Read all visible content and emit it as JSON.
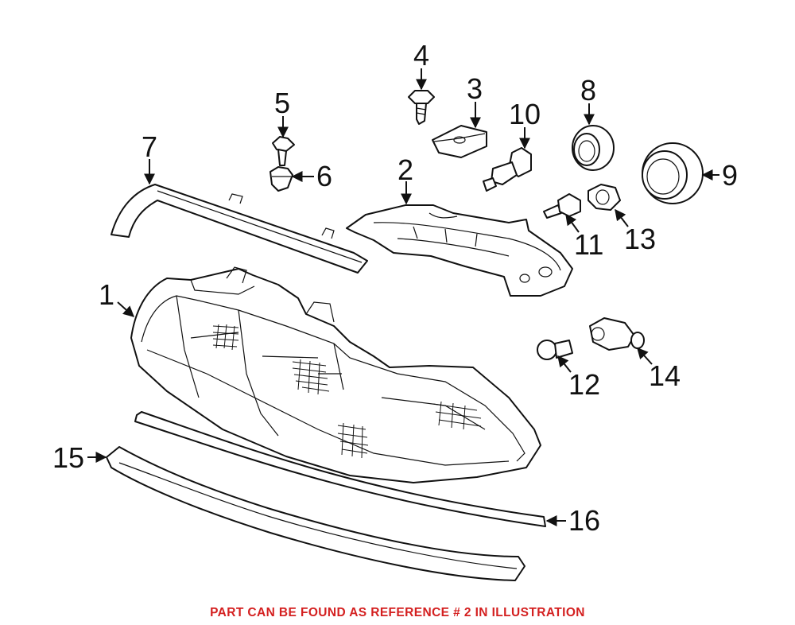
{
  "callouts": [
    "1",
    "2",
    "3",
    "4",
    "5",
    "6",
    "7",
    "8",
    "9",
    "10",
    "11",
    "12",
    "13",
    "14",
    "15",
    "16"
  ],
  "footer": {
    "note": "PART CAN BE FOUND AS REFERENCE # 2 IN ILLUSTRATION",
    "color": "#d42020"
  }
}
